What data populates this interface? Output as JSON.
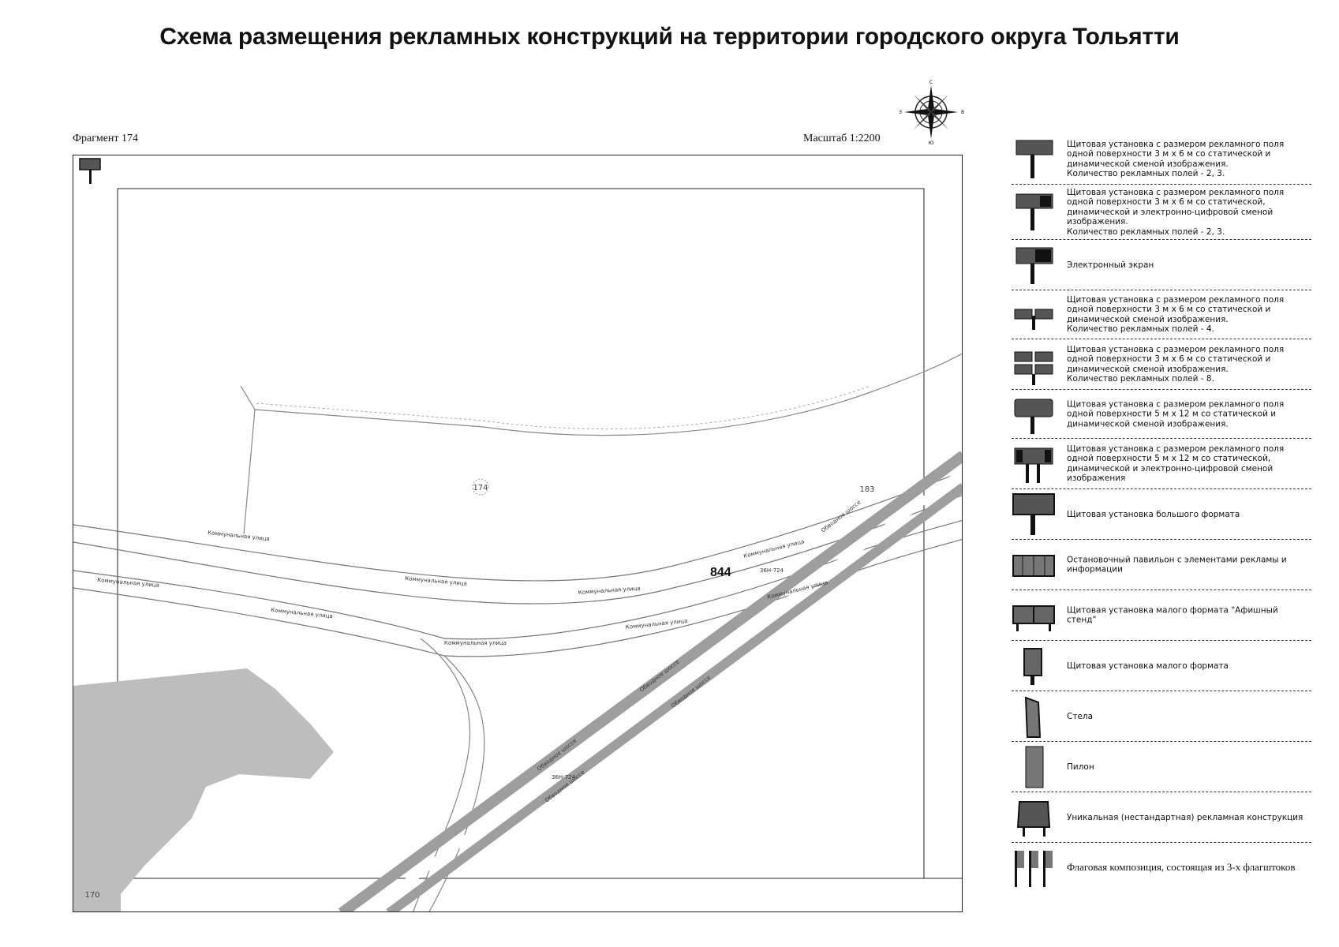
{
  "title": "Схема размещения рекламных конструкций на территории городского округа Тольятти",
  "fragment_label": "Фрагмент 174",
  "scale_label": "Масштаб 1:2200",
  "compass": {
    "n": "С",
    "s": "Ю",
    "e": "В",
    "w": "З"
  },
  "map": {
    "marker_label": "844",
    "area_labels": {
      "center": "174",
      "right": "183",
      "bottom_left": "170"
    },
    "road_labels": {
      "kommunalnaya": "Коммунальная улица",
      "obvodnoe": "Обводное шоссе",
      "road_code_1": "36Н-724",
      "road_code_2": "36Н-724"
    }
  },
  "legend": [
    {
      "icon": "billboard-3x6-static-dynamic-icon",
      "text": "Щитовая установка с размером рекламного поля одной поверхности 3 м х 6 м со статической и динамической сменой изображения.\nКоличество рекламных полей - 2, 3."
    },
    {
      "icon": "billboard-3x6-digital-icon",
      "text": "Щитовая установка с размером рекламного поля одной поверхности 3 м х 6 м со статической, динамической и электронно-цифровой сменой изображения.\nКоличество рекламных полей - 2, 3."
    },
    {
      "icon": "electronic-screen-icon",
      "text": "Электронный экран"
    },
    {
      "icon": "billboard-3x6-four-fields-icon",
      "text": "Щитовая установка с размером рекламного поля одной поверхности 3 м х 6 м со статической и динамической сменой изображения.\nКоличество рекламных полей - 4."
    },
    {
      "icon": "billboard-3x6-eight-fields-icon",
      "text": "Щитовая установка с размером рекламного поля одной поверхности 3 м х 6 м со статической и динамической сменой изображения.\nКоличество рекламных полей - 8."
    },
    {
      "icon": "billboard-5x12-icon",
      "text": "Щитовая установка с размером рекламного поля одной поверхности 5 м х 12 м со статической и динамической сменой изображения."
    },
    {
      "icon": "billboard-5x12-digital-icon",
      "text": "Щитовая установка с размером рекламного поля одной поверхности 5 м х 12 м со статической, динамической и электронно-цифровой сменой изображения"
    },
    {
      "icon": "large-format-billboard-icon",
      "text": "Щитовая установка большого формата"
    },
    {
      "icon": "bus-stop-pavilion-icon",
      "text": "Остановочный павильон с элементами рекламы и информации"
    },
    {
      "icon": "poster-stand-icon",
      "text": "Щитовая установка малого формата \"Афишный стенд\""
    },
    {
      "icon": "small-format-billboard-icon",
      "text": "Щитовая установка малого формата"
    },
    {
      "icon": "stele-icon",
      "text": "Стела"
    },
    {
      "icon": "pylon-icon",
      "text": "Пилон"
    },
    {
      "icon": "unique-structure-icon",
      "text": "Уникальная (нестандартная) рекламная конструкция"
    },
    {
      "icon": "flag-composition-icon",
      "text": "Флаговая композиция, состоящая из 3-х флагштоков"
    }
  ],
  "colors": {
    "building": "#bdbdbd",
    "road": "#9e9e9e",
    "sign": "#555555"
  }
}
